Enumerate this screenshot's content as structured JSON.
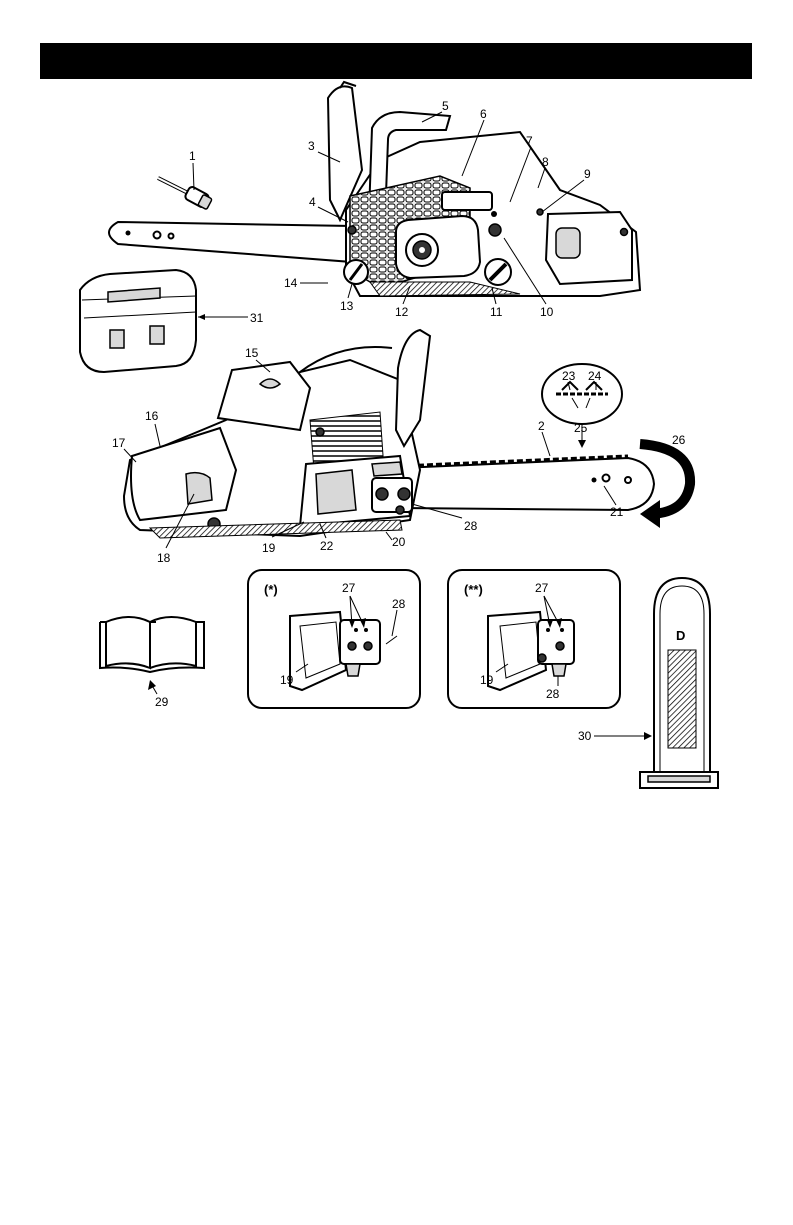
{
  "labels": {
    "l1": "1",
    "l2": "2",
    "l3": "3",
    "l4": "4",
    "l5": "5",
    "l6": "6",
    "l7": "7",
    "l8": "8",
    "l9": "9",
    "l10": "10",
    "l11": "11",
    "l12": "12",
    "l13": "13",
    "l14": "14",
    "l15": "15",
    "l16": "16",
    "l17": "17",
    "l18": "18",
    "l19": "19",
    "l20": "20",
    "l21": "21",
    "l22": "22",
    "l23": "23",
    "l24": "24",
    "l25": "25",
    "l26": "26",
    "l27": "27",
    "l28": "28",
    "l29": "29",
    "l30": "30",
    "l31": "31"
  },
  "insets": {
    "single": "(*)",
    "double": "(**)"
  },
  "colors": {
    "header": "#000000",
    "line": "#000000",
    "fill": "#ffffff"
  }
}
